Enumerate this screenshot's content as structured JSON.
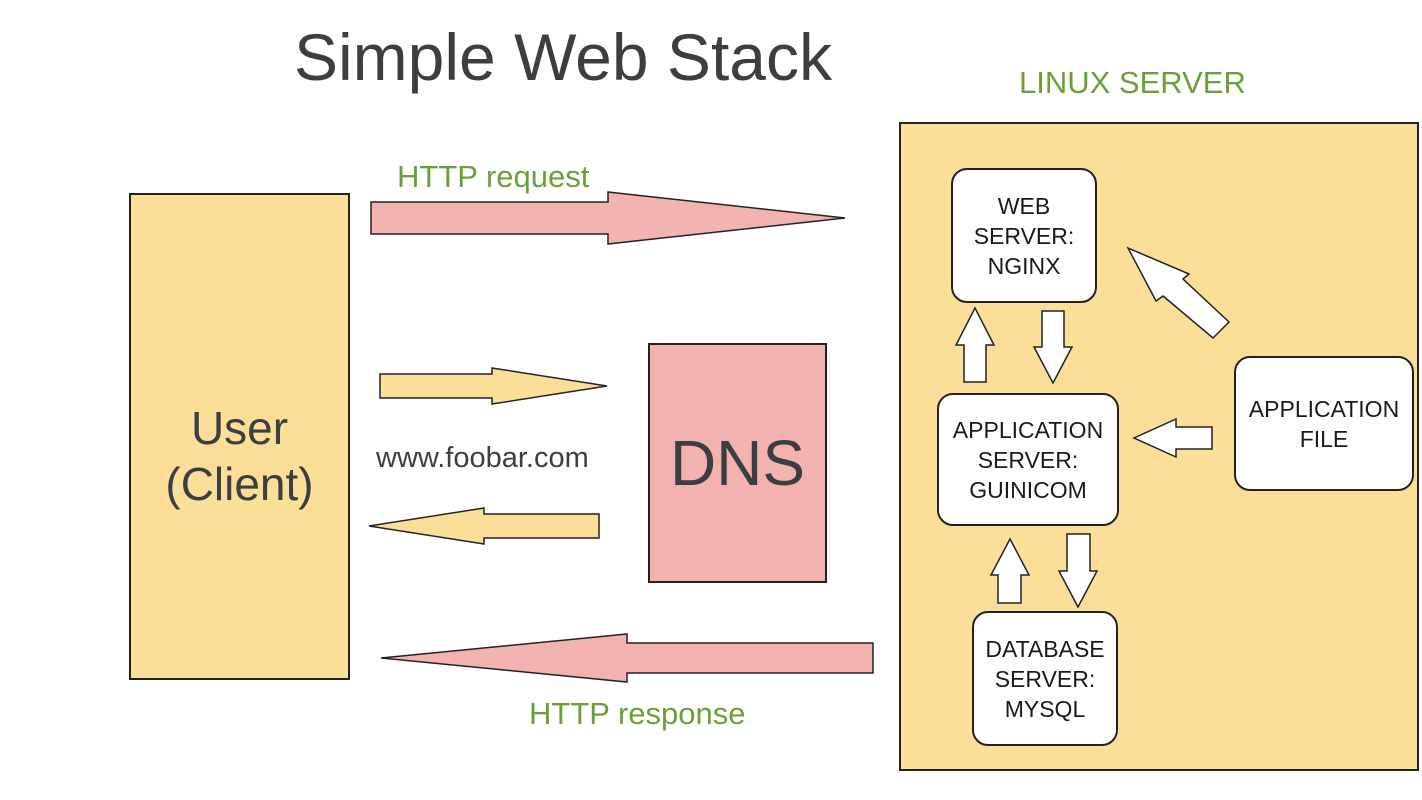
{
  "title": "Simple Web Stack",
  "server_label": "LINUX SERVER",
  "client": {
    "label": "User\n(Client)"
  },
  "dns": {
    "label": "DNS"
  },
  "dns_query": {
    "label": "www.foobar.com"
  },
  "http_request": {
    "label": "HTTP request"
  },
  "http_response": {
    "label": "HTTP response"
  },
  "components": {
    "web_server": "WEB\nSERVER:\nNGINX",
    "app_server": "APPLICATION\nSERVER:\nGUINICOM",
    "db_server": "DATABASE\nSERVER:\nMYSQL",
    "app_file": "APPLICATION\nFILE"
  },
  "colors": {
    "box_fill": "#fbdf99",
    "dns_fill": "#f2b3b0",
    "request_arrow": "#f2b3b0",
    "green_text": "#6aa137",
    "title_text": "#3c3f42"
  }
}
